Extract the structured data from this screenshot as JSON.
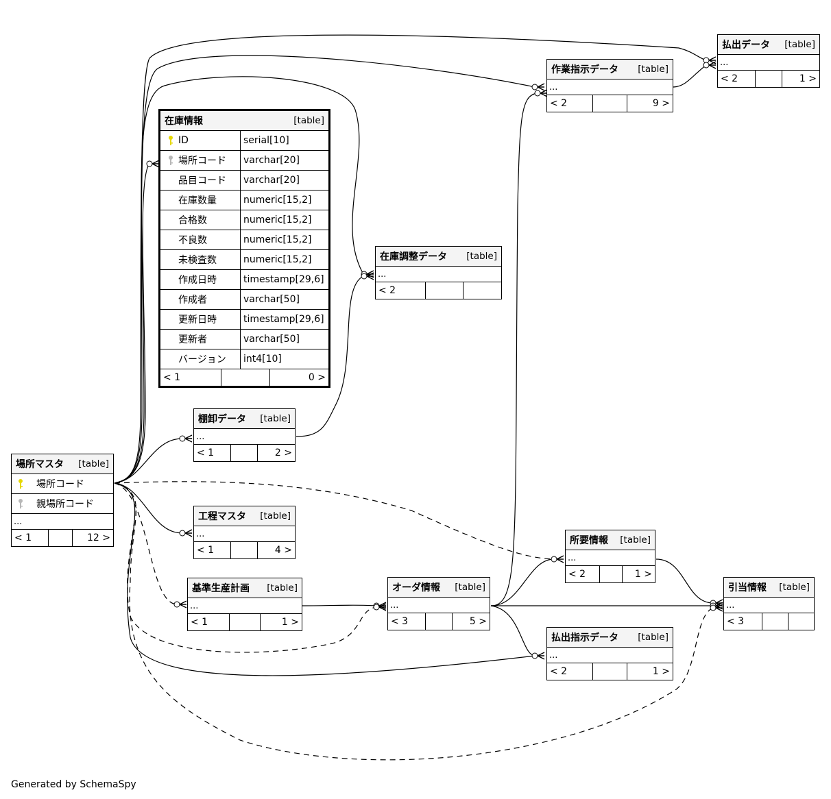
{
  "footer_text": "Generated by SchemaSpy",
  "kind_label": "[table]",
  "ellipsis": "...",
  "colors": {
    "pk_key": "#e6d800",
    "fk_key": "#b8b8b8",
    "header_bg": "#f4f4f4",
    "line": "#000000"
  },
  "tables": {
    "zaiko": {
      "name": "在庫情報",
      "columns": [
        {
          "name": "ID",
          "type": "serial[10]",
          "key": "pk"
        },
        {
          "name": "場所コード",
          "type": "varchar[20]",
          "key": "fk"
        },
        {
          "name": "品目コード",
          "type": "varchar[20]",
          "key": ""
        },
        {
          "name": "在庫数量",
          "type": "numeric[15,2]",
          "key": ""
        },
        {
          "name": "合格数",
          "type": "numeric[15,2]",
          "key": ""
        },
        {
          "name": "不良数",
          "type": "numeric[15,2]",
          "key": ""
        },
        {
          "name": "未検査数",
          "type": "numeric[15,2]",
          "key": ""
        },
        {
          "name": "作成日時",
          "type": "timestamp[29,6]",
          "key": ""
        },
        {
          "name": "作成者",
          "type": "varchar[50]",
          "key": ""
        },
        {
          "name": "更新日時",
          "type": "timestamp[29,6]",
          "key": ""
        },
        {
          "name": "更新者",
          "type": "varchar[50]",
          "key": ""
        },
        {
          "name": "バージョン",
          "type": "int4[10]",
          "key": ""
        }
      ],
      "parents": "< 1",
      "children": "0 >"
    },
    "basho": {
      "name": "場所マスタ",
      "columns": [
        {
          "name": "場所コード",
          "key": "pk"
        },
        {
          "name": "親場所コード",
          "key": "fk"
        }
      ],
      "parents": "< 1",
      "children": "12 >"
    },
    "haraidashi": {
      "name": "払出データ",
      "parents": "< 2",
      "children": "1 >"
    },
    "sagyo": {
      "name": "作業指示データ",
      "parents": "< 2",
      "children": "9 >"
    },
    "chosei": {
      "name": "在庫調整データ",
      "parents": "< 2",
      "children": ""
    },
    "tanaoroshi": {
      "name": "棚卸データ",
      "parents": "< 1",
      "children": "2 >"
    },
    "kotei": {
      "name": "工程マスタ",
      "parents": "< 1",
      "children": "4 >"
    },
    "kijun": {
      "name": "基準生産計画",
      "parents": "< 1",
      "children": "1 >"
    },
    "order": {
      "name": "オーダ情報",
      "parents": "< 3",
      "children": "5 >"
    },
    "shoyo": {
      "name": "所要情報",
      "parents": "< 2",
      "children": "1 >"
    },
    "hikiate": {
      "name": "引当情報",
      "parents": "< 3",
      "children": ""
    },
    "haraishiji": {
      "name": "払出指示データ",
      "parents": "< 2",
      "children": "1 >"
    }
  },
  "relationships": [
    {
      "from": "場所マスタ",
      "to": "払出データ",
      "style": "solid"
    },
    {
      "from": "場所マスタ",
      "to": "作業指示データ",
      "style": "solid"
    },
    {
      "from": "場所マスタ",
      "to": "在庫調整データ",
      "style": "solid"
    },
    {
      "from": "場所マスタ",
      "to": "在庫情報",
      "style": "solid"
    },
    {
      "from": "場所マスタ",
      "to": "棚卸データ",
      "style": "solid"
    },
    {
      "from": "場所マスタ",
      "to": "工程マスタ",
      "style": "solid"
    },
    {
      "from": "場所マスタ",
      "to": "所要情報",
      "style": "dashed"
    },
    {
      "from": "場所マスタ",
      "to": "基準生産計画",
      "style": "dashed"
    },
    {
      "from": "場所マスタ",
      "to": "オーダ情報",
      "style": "dashed"
    },
    {
      "from": "場所マスタ",
      "to": "払出指示データ",
      "style": "solid"
    },
    {
      "from": "場所マスタ",
      "to": "引当情報",
      "style": "dashed"
    },
    {
      "from": "作業指示データ",
      "to": "払出データ",
      "style": "solid"
    },
    {
      "from": "棚卸データ",
      "to": "在庫調整データ",
      "style": "solid"
    },
    {
      "from": "基準生産計画",
      "to": "オーダ情報",
      "style": "solid"
    },
    {
      "from": "オーダ情報",
      "to": "作業指示データ",
      "style": "solid"
    },
    {
      "from": "オーダ情報",
      "to": "所要情報",
      "style": "solid"
    },
    {
      "from": "オーダ情報",
      "to": "引当情報",
      "style": "solid"
    },
    {
      "from": "オーダ情報",
      "to": "払出指示データ",
      "style": "solid"
    },
    {
      "from": "所要情報",
      "to": "引当情報",
      "style": "solid"
    }
  ]
}
